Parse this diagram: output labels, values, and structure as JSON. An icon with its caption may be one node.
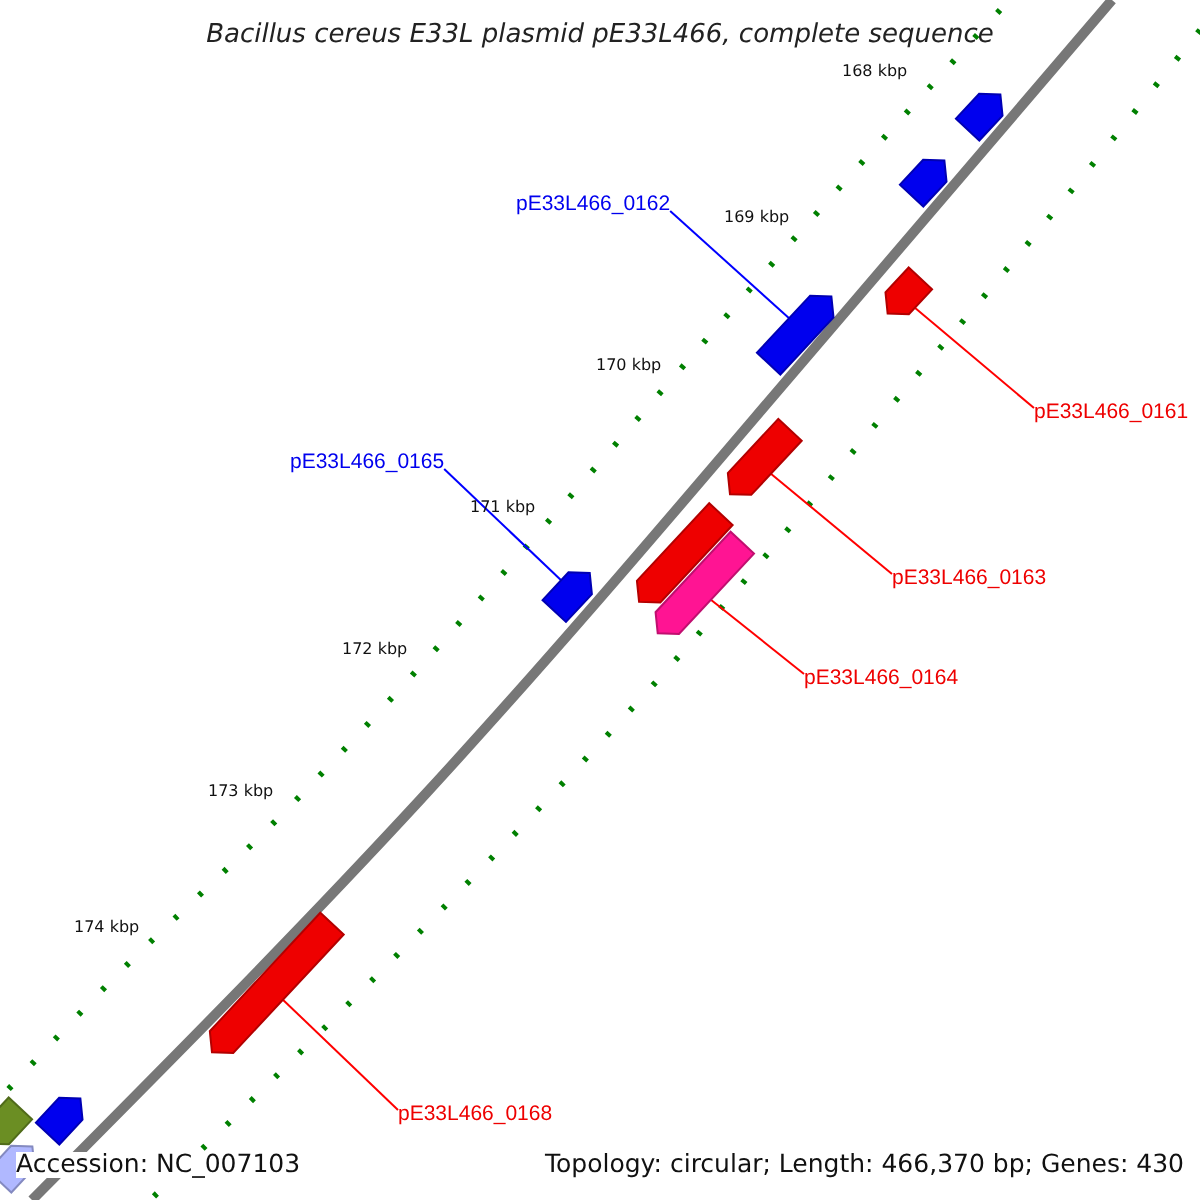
{
  "diagram": {
    "title": "Bacillus cereus E33L plasmid pE33L466, complete sequence",
    "nodes": [
      {
        "text": [
          "pE33L466_0162"
        ]
      },
      {
        "text": [
          "pE33L466_0161"
        ]
      },
      {
        "text": [
          "pE33L466_0165"
        ]
      },
      {
        "text": [
          "pE33L466_0163"
        ]
      },
      {
        "text": [
          "pE33L466_0164"
        ]
      },
      {
        "text": [
          "pE33L466_0168"
        ]
      },
      {
        "text": [],
        "shape": "arrow"
      },
      {
        "text": [],
        "shape": "arrow"
      },
      {
        "text": [],
        "shape": "arrow"
      },
      {
        "text": [],
        "shape": "arrow"
      },
      {
        "text": [],
        "shape": "arrow"
      },
      {
        "text": [],
        "shape": "arrow"
      },
      {
        "text": [],
        "shape": "arrow"
      },
      {
        "text": [],
        "shape": "arrow"
      },
      {
        "text": [],
        "shape": "arrow"
      },
      {
        "text": [],
        "shape": "arrow"
      },
      {
        "text": [],
        "shape": "arrow"
      },
      {
        "text": [],
        "shape": "arrow"
      }
    ],
    "edges": [
      {
        "from": 0,
        "to": 9,
        "arrow": "none",
        "color": "#0000ff"
      },
      {
        "from": 1,
        "to": 8,
        "arrow": "none"
      },
      {
        "from": 2,
        "to": 12,
        "arrow": "none",
        "color": "#0000ff"
      },
      {
        "from": 3,
        "to": 10,
        "arrow": "none"
      },
      {
        "from": 4,
        "to": 13,
        "arrow": "none"
      },
      {
        "from": 5,
        "to": 14,
        "arrow": "none"
      }
    ],
    "labels": [
      "168 kbp",
      "169 kbp",
      "170 kbp",
      "171 kbp",
      "172 kbp",
      "173 kbp",
      "174 kbp",
      "Accession: NC_007103",
      "Topology: circular; Length: 466,370 bp; Genes: 430"
    ]
  }
}
